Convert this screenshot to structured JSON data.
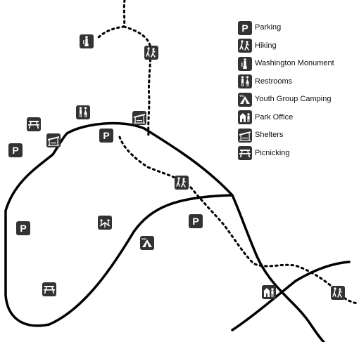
{
  "map": {
    "colors": {
      "background": "#ffffff",
      "road": "#000000",
      "trail": "#000000",
      "icon_fill": "#333333",
      "icon_glyph": "#ffffff",
      "label_text": "#111111"
    }
  },
  "legend": {
    "items": [
      {
        "icon": "parking-icon",
        "label": "Parking"
      },
      {
        "icon": "hiking-icon",
        "label": "Hiking"
      },
      {
        "icon": "washington-monument-icon",
        "label": "Washington Monument"
      },
      {
        "icon": "restrooms-icon",
        "label": "Restrooms"
      },
      {
        "icon": "youth-group-camping-icon",
        "label": "Youth Group Camping"
      },
      {
        "icon": "park-office-icon",
        "label": "Park Office"
      },
      {
        "icon": "shelters-icon",
        "label": "Shelters"
      },
      {
        "icon": "picnicking-icon",
        "label": "Picnicking"
      }
    ]
  },
  "map_markers": [
    {
      "type": "washington-monument-icon"
    },
    {
      "type": "hiking-icon"
    },
    {
      "type": "restrooms-icon"
    },
    {
      "type": "shelters-icon"
    },
    {
      "type": "picnicking-icon"
    },
    {
      "type": "shelters-icon"
    },
    {
      "type": "parking-icon"
    },
    {
      "type": "parking-icon"
    },
    {
      "type": "hiking-icon"
    },
    {
      "type": "parking-icon"
    },
    {
      "type": "playground-icon"
    },
    {
      "type": "parking-icon"
    },
    {
      "type": "youth-group-camping-icon"
    },
    {
      "type": "picnicking-icon"
    },
    {
      "type": "park-office-icon"
    },
    {
      "type": "hiking-icon"
    }
  ],
  "icon_text": {
    "parking": "P",
    "camping_badge": "YG"
  }
}
